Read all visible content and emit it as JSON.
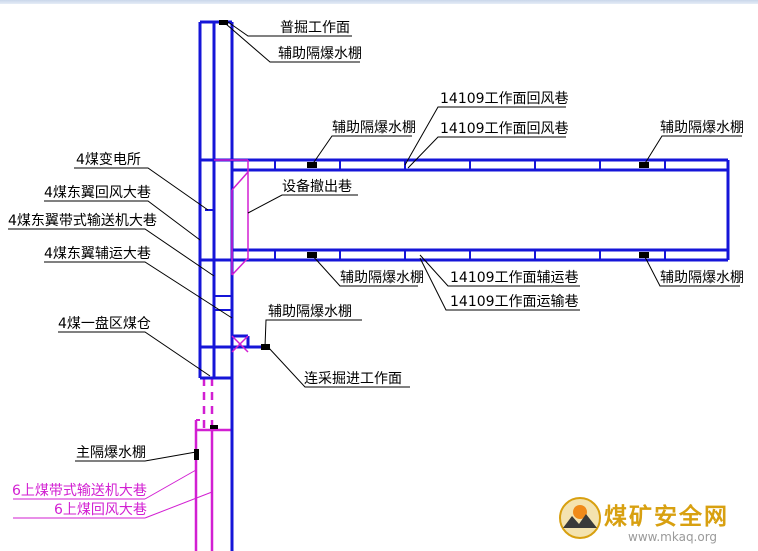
{
  "labels": {
    "l01": "普掘工作面",
    "l02": "辅助隔爆水棚",
    "l03": "14109工作面回风巷",
    "l04": "辅助隔爆水棚",
    "l05": "14109工作面回风巷",
    "l06": "辅助隔爆水棚",
    "l07": "4煤变电所",
    "l08": "4煤东翼回风大巷",
    "l09": "设备撤出巷",
    "l10": "4煤东翼带式输送机大巷",
    "l11": "4煤东翼辅运大巷",
    "l12": "辅助隔爆水棚",
    "l13": "14109工作面辅运巷",
    "l14": "辅助隔爆水棚",
    "l15": "14109工作面运输巷",
    "l16": "辅助隔爆水棚",
    "l17": "4煤一盘区煤仓",
    "l18": "连采掘进工作面",
    "l19": "主隔爆水棚",
    "l20": "6上煤带式输送机大巷",
    "l21": "6上煤回风大巷"
  },
  "watermark": {
    "name": "煤矿安全网",
    "url": "www.mkaq.org"
  },
  "colors": {
    "roadway": "#1515d8",
    "branch": "#d21fd2",
    "leader": "#000000",
    "background": "#ffffff"
  }
}
